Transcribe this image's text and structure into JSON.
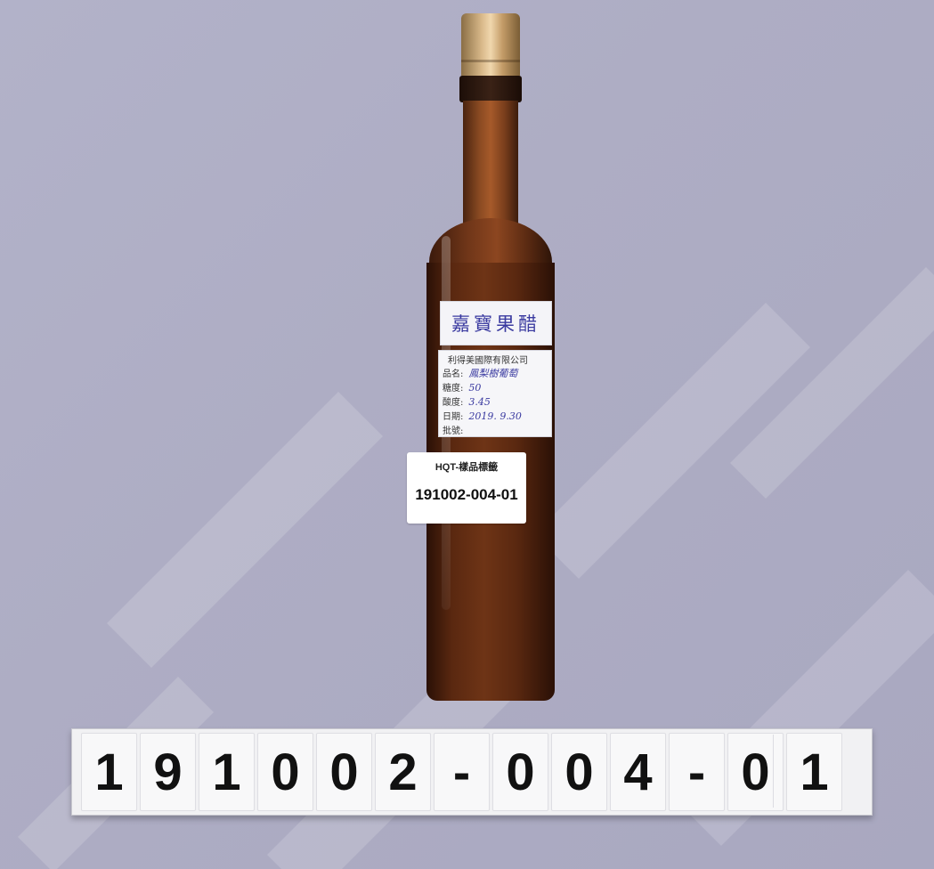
{
  "bottle_label": {
    "handwritten_title": "嘉寶果醋",
    "company": "利得美國際有限公司",
    "fields": [
      {
        "key": "品名:",
        "value": "鳳梨樹葡萄"
      },
      {
        "key": "糖度:",
        "value": "50"
      },
      {
        "key": "酸度:",
        "value": "3.45"
      },
      {
        "key": "日期:",
        "value": "2019. 9.30"
      },
      {
        "key": "批號:",
        "value": ""
      }
    ]
  },
  "sample_sticker": {
    "title": "HQT-樣品標籤",
    "code": "191002-004-01"
  },
  "number_strip": {
    "chars": [
      "1",
      "9",
      "1",
      "0",
      "0",
      "2",
      "-",
      "0",
      "0",
      "4",
      "-",
      "0",
      "1"
    ]
  },
  "colors": {
    "background": "#aeadc4",
    "liquid": "#6e3416",
    "cap": "#d9b98a"
  }
}
